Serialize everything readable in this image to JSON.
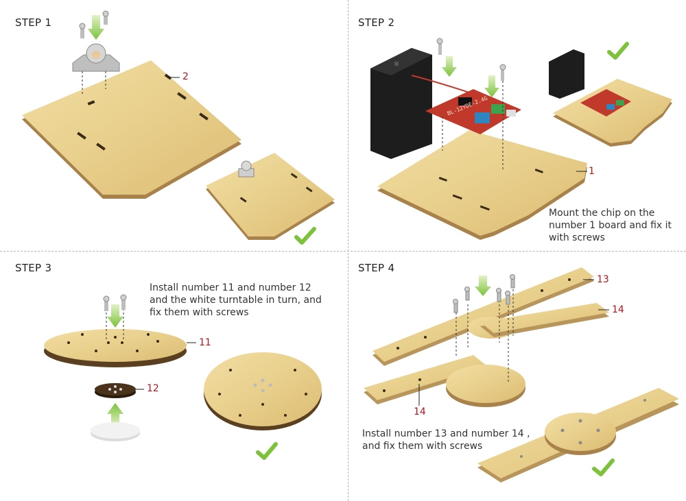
{
  "steps": [
    {
      "title": "STEP 1",
      "caption": ""
    },
    {
      "title": "STEP 2",
      "caption": "Mount the chip on the number 1 board and fix it with screws"
    },
    {
      "title": "STEP 3",
      "caption": "Install number 11 and number 12 and the white turntable in turn, and fix them with screws"
    },
    {
      "title": "STEP 4",
      "caption": "Install number 13 and number 14 , and fix them with screws"
    }
  ],
  "part_numbers": {
    "step1": "2",
    "step2": "1",
    "step3_top": "11",
    "step3_mid": "12",
    "step4_top": "13",
    "step4_mid": "14",
    "step4_bottom": "14"
  },
  "board_label": "BL-12YDE-2.4G",
  "colors": {
    "wood": "#e8cf8c",
    "wood_edge": "#b8955a",
    "number": "#b3161c",
    "check": "#7cc23a",
    "arrow": "#8cc63f",
    "chip": "#c0392b"
  }
}
